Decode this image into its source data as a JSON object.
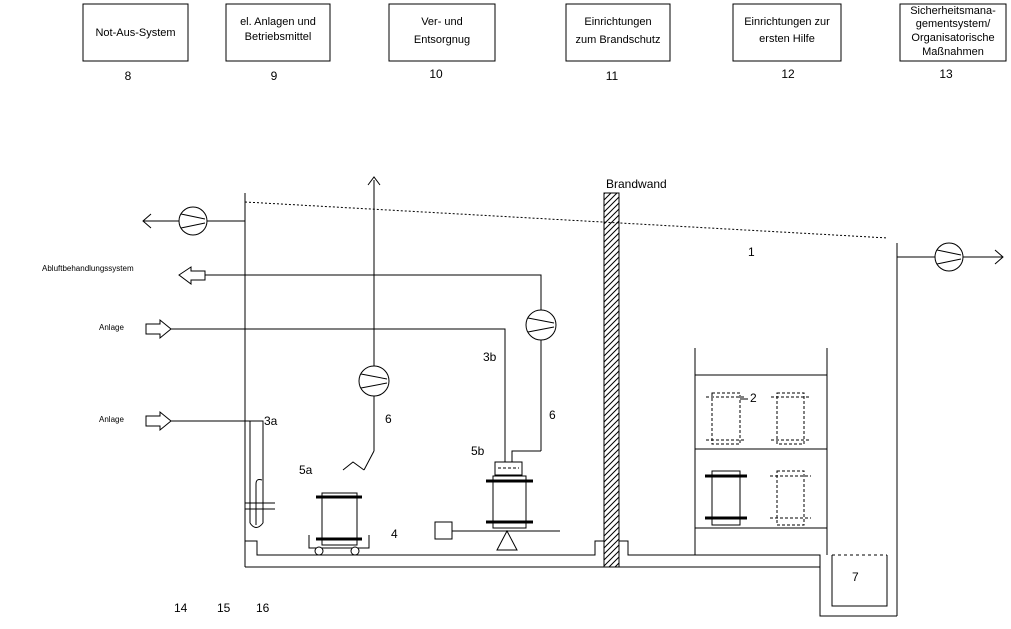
{
  "top_boxes": [
    {
      "lines": [
        "Not-Aus-System"
      ],
      "number": "8"
    },
    {
      "lines": [
        "el. Anlagen und",
        "Betriebsmittel"
      ],
      "number": "9"
    },
    {
      "lines": [
        "Ver- und",
        "Entsorgnug"
      ],
      "number": "10"
    },
    {
      "lines": [
        "Einrichtungen",
        "zum Brandschutz"
      ],
      "number": "11"
    },
    {
      "lines": [
        "Einrichtungen zur",
        "ersten Hilfe"
      ],
      "number": "12"
    },
    {
      "lines": [
        "Sicherheitsmana-",
        "gementsystem/",
        "Organisatorische",
        "Maßnahmen"
      ],
      "number": "13"
    }
  ],
  "labels": {
    "brandwand": "Brandwand",
    "abluft": "Abluftbehandlungssystem",
    "anlage_upper": "Anlage",
    "anlage_lower": "Anlage",
    "n1": "1",
    "n2": "2",
    "n3a": "3a",
    "n3b": "3b",
    "n4": "4",
    "n5a": "5a",
    "n5b": "5b",
    "n6_left": "6",
    "n6_right": "6",
    "n7": "7",
    "n14": "14",
    "n15": "15",
    "n16": "16"
  }
}
